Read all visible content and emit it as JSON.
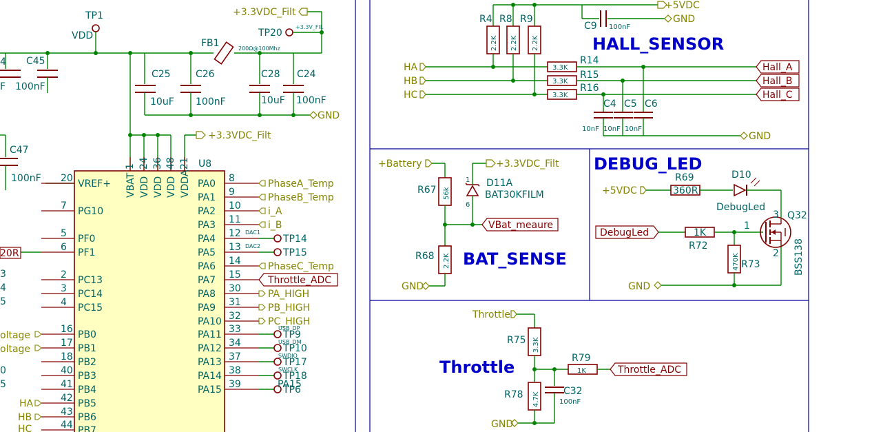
{
  "title_block": {
    "hall_sensor": "HALL_SENSOR",
    "bat_sense": "BAT_SENSE",
    "debug_led": "DEBUG_LED",
    "throttle": "Throttle"
  },
  "power_nets": {
    "vdd": "VDD",
    "v33filt": "+3.3VDC_Filt",
    "v33fil_small": "+3.3V_FIL",
    "v5": "+5VDC",
    "gnd": "GND",
    "battery": "+Battery"
  },
  "mcu": {
    "ref": "U8",
    "left_pins": [
      {
        "num": "20",
        "name": "VREF+"
      },
      {
        "num": "7",
        "name": "PG10"
      },
      {
        "num": "5",
        "name": "PF0"
      },
      {
        "num": "6",
        "name": "PF1"
      },
      {
        "num": "2",
        "name": "PC13"
      },
      {
        "num": "3",
        "name": "PC14"
      },
      {
        "num": "4",
        "name": "PC15"
      },
      {
        "num": "16",
        "name": "PB0"
      },
      {
        "num": "17",
        "name": "PB1"
      },
      {
        "num": "18",
        "name": "PB2"
      },
      {
        "num": "40",
        "name": "PB3"
      },
      {
        "num": "41",
        "name": "PB4"
      },
      {
        "num": "42",
        "name": "PB5"
      },
      {
        "num": "43",
        "name": "PB6"
      },
      {
        "num": "44",
        "name": "PB7"
      }
    ],
    "top_pins": [
      {
        "num": "1",
        "name": "VBAT"
      },
      {
        "num": "24",
        "name": "VDD"
      },
      {
        "num": "36",
        "name": "VDD"
      },
      {
        "num": "48",
        "name": "VDD"
      },
      {
        "num": "21",
        "name": "VDDA"
      }
    ],
    "right_pins": [
      {
        "num": "8",
        "name": "PA0",
        "net": "PhaseA_Temp"
      },
      {
        "num": "9",
        "name": "PA1",
        "net": "PhaseB_Temp"
      },
      {
        "num": "10",
        "name": "PA2",
        "net": "i_A"
      },
      {
        "num": "11",
        "name": "PA3",
        "net": "i_B"
      },
      {
        "num": "12",
        "name": "PA4",
        "net": "TP14",
        "small": "DAC1"
      },
      {
        "num": "13",
        "name": "PA5",
        "net": "TP15",
        "small": "DAC2"
      },
      {
        "num": "14",
        "name": "PA6",
        "net": "PhaseC_Temp"
      },
      {
        "num": "15",
        "name": "PA7",
        "net": "Throttle_ADC"
      },
      {
        "num": "30",
        "name": "PA8",
        "net": "PA_HIGH"
      },
      {
        "num": "31",
        "name": "PA9",
        "net": "PB_HIGH"
      },
      {
        "num": "32",
        "name": "PA10",
        "net": "PC_HIGH"
      },
      {
        "num": "33",
        "name": "PA11",
        "net": "TP9",
        "small": "USB_DP"
      },
      {
        "num": "34",
        "name": "PA12",
        "net": "TP10",
        "small": "USB_DM"
      },
      {
        "num": "37",
        "name": "PA13",
        "net": "TP17",
        "small": "SWDIO"
      },
      {
        "num": "38",
        "name": "PA14",
        "net": "TP18",
        "small": "SWCLK"
      },
      {
        "num": "39",
        "name": "PA15",
        "net": "TP6",
        "small": "PA15"
      }
    ],
    "left_partial_labels": [
      "20R",
      "3",
      "4",
      "5",
      "oltage",
      "oltage",
      "0",
      "5",
      "HA",
      "HB",
      "HC"
    ]
  },
  "power_filter": {
    "tp1": "TP1",
    "tp20": "TP20",
    "fb1": "FB1",
    "fb1_value": "200Ω@100Mhz",
    "c45": "C45",
    "c45_val": "100nF",
    "c25": "C25",
    "c25_val": "10uF",
    "c26": "C26",
    "c26_val": "100nF",
    "c28": "C28",
    "c28_val": "10uF",
    "c24": "C24",
    "c24_val": "100nF",
    "c47": "C47",
    "c47_val": "100nF",
    "left_partial": [
      "4",
      "F"
    ]
  },
  "hall": {
    "r4": "R4",
    "r8": "R8",
    "r9": "R9",
    "pullup_val": "2.2K",
    "c9": "C9",
    "c9_val": "100nF",
    "inputs": [
      "HA",
      "HB",
      "HC"
    ],
    "series": [
      {
        "ref": "R14",
        "val": "3.3K"
      },
      {
        "ref": "R15",
        "val": "3.3K"
      },
      {
        "ref": "R16",
        "val": "3.3K"
      }
    ],
    "caps": [
      {
        "ref": "C4",
        "val": "10nF"
      },
      {
        "ref": "C5",
        "val": "10nF"
      },
      {
        "ref": "C6",
        "val": "10nF"
      }
    ],
    "outputs": [
      "Hall_A",
      "Hall_B",
      "Hall_C"
    ]
  },
  "bat": {
    "r67": "R67",
    "r67_val": "56k",
    "r68": "R68",
    "r68_val": "2.2K",
    "d11": "D11A",
    "d11_part": "BAT30KFILM",
    "pin1": "1",
    "pin6": "6",
    "net": "VBat_meaure"
  },
  "debug": {
    "r69": "R69",
    "r69_val": "360R",
    "d10": "D10",
    "d10_val": "DebugLed",
    "net_in": "DebugLed",
    "r72": "R72",
    "r72_val": "1K",
    "r73": "R73",
    "r73_val": "470K",
    "q32": "Q32",
    "q32_part": "BSS138",
    "pin1": "1",
    "pin2": "2",
    "pin3": "3"
  },
  "throttle": {
    "net_in": "Throttle",
    "r75": "R75",
    "r75_val": "3.3K",
    "r78": "R78",
    "r78_val": "4.7K",
    "r79": "R79",
    "r79_val": "1K",
    "c32": "C32",
    "c32_val": "100nF",
    "net_out": "Throttle_ADC"
  },
  "colors": {
    "wire": "#008400",
    "component": "#840000",
    "border": "#0000a0",
    "ic_fill": "#ffffc2",
    "header": "#0000c8"
  }
}
